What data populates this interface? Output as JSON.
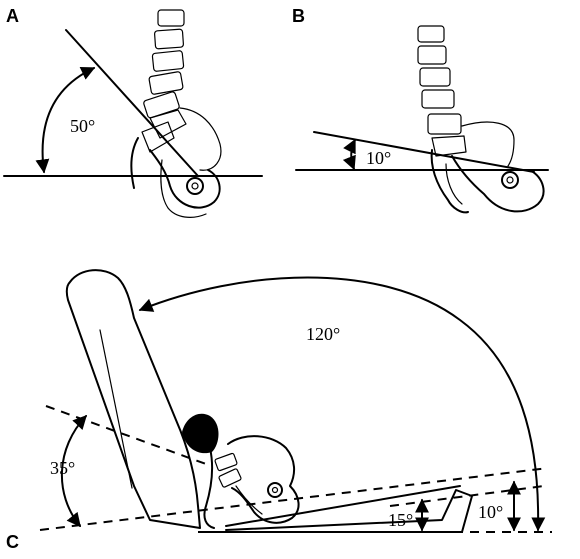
{
  "panels": {
    "a": {
      "letter": "A",
      "angle": "50°"
    },
    "b": {
      "letter": "B",
      "angle": "10°"
    },
    "c": {
      "letter": "C",
      "angle_main": "120°",
      "angle_back": "35°",
      "angle_seat": "15°",
      "angle_right": "10°"
    }
  }
}
